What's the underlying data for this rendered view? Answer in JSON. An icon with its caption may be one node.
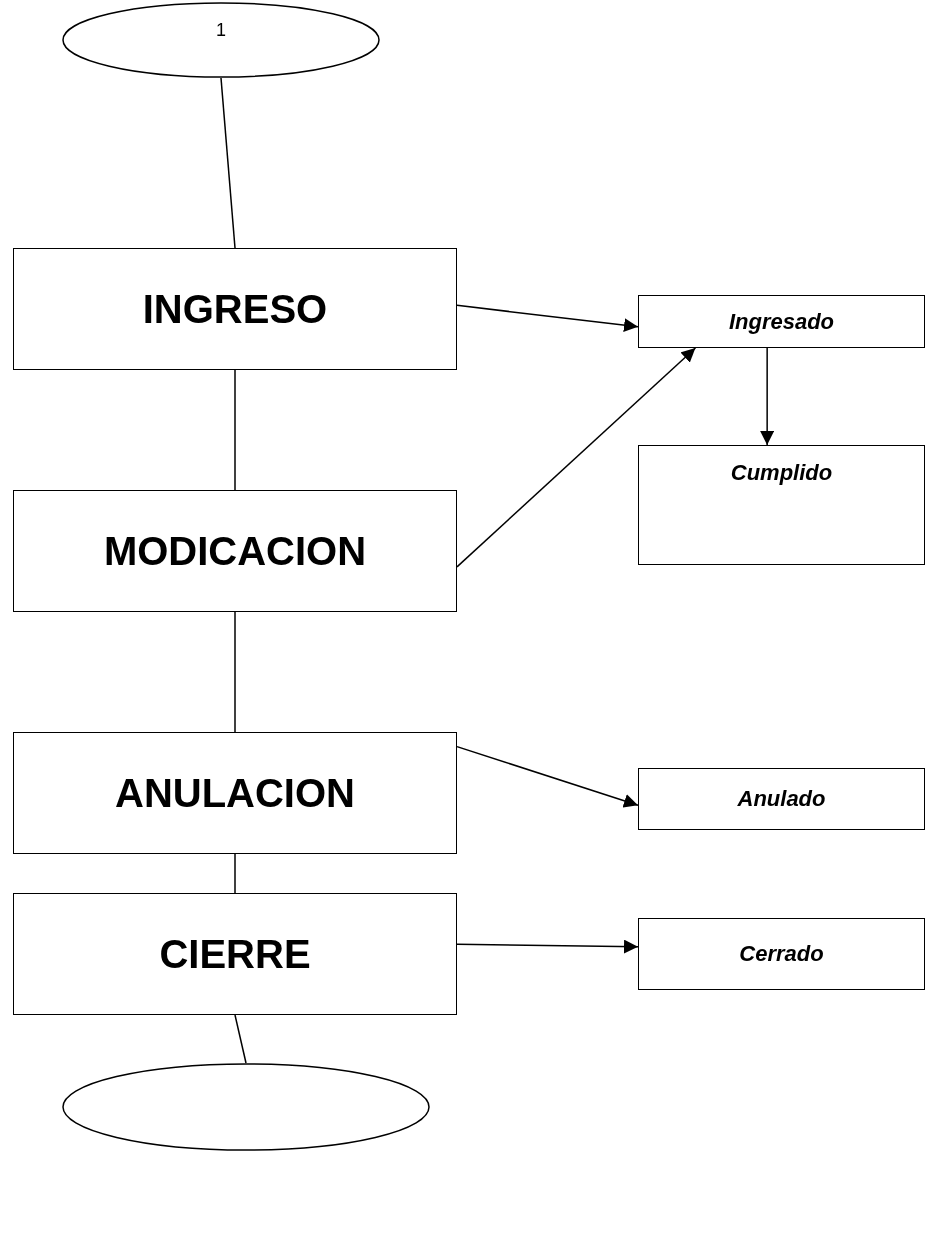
{
  "diagram": {
    "nodes": [
      {
        "text": [
          "1"
        ]
      },
      {
        "text": [
          "INGRESO"
        ]
      },
      {
        "text": [
          "MODICACION"
        ]
      },
      {
        "text": [
          "ANULACION"
        ]
      },
      {
        "text": [
          "CIERRE"
        ]
      },
      {
        "text": [],
        "shape": "ellipse"
      },
      {
        "text": [
          "Ingresado"
        ]
      },
      {
        "text": [
          "Cumplido"
        ]
      },
      {
        "text": [
          "Anulado"
        ]
      },
      {
        "text": [
          "Cerrado"
        ]
      }
    ],
    "edges": [
      {
        "from": 0,
        "to": 1,
        "arrow": "none"
      },
      {
        "from": 1,
        "to": 2,
        "arrow": "none"
      },
      {
        "from": 2,
        "to": 3,
        "arrow": "none"
      },
      {
        "from": 3,
        "to": 4,
        "arrow": "none"
      },
      {
        "from": 4,
        "to": 5,
        "arrow": "none"
      },
      {
        "from": 1,
        "to": 6,
        "arrow": "to"
      },
      {
        "from": 2,
        "to": 6,
        "arrow": "to"
      },
      {
        "from": 6,
        "to": 7,
        "arrow": "to"
      },
      {
        "from": 3,
        "to": 8,
        "arrow": "to"
      },
      {
        "from": 4,
        "to": 9,
        "arrow": "to"
      }
    ]
  }
}
